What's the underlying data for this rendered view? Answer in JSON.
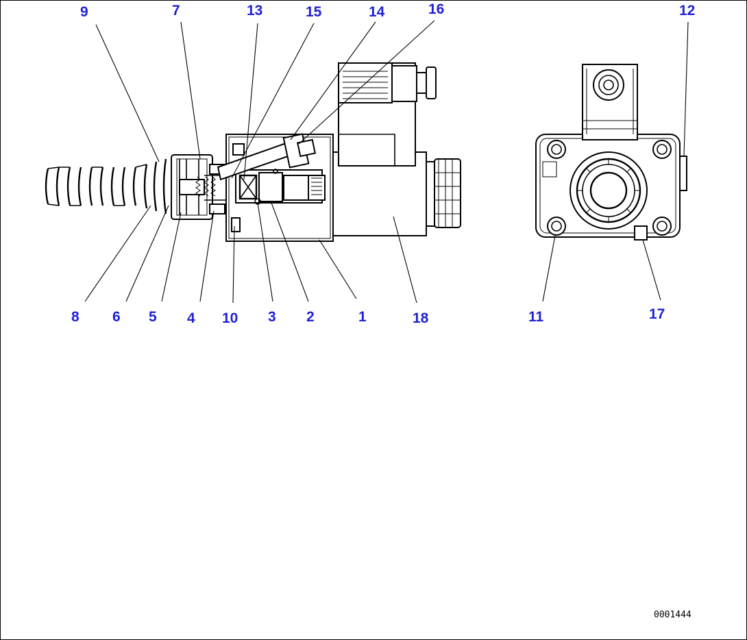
{
  "callouts": {
    "c9": "9",
    "c7": "7",
    "c13": "13",
    "c15": "15",
    "c14": "14",
    "c16": "16",
    "c12": "12",
    "c8": "8",
    "c6": "6",
    "c5": "5",
    "c4": "4",
    "c10": "10",
    "c3": "3",
    "c2": "2",
    "c1": "1",
    "c18": "18",
    "c11": "11",
    "c17": "17"
  },
  "figure_id": "0001444",
  "colors": {
    "callout": "#1f1fd8",
    "line": "#000000",
    "background": "#ffffff"
  }
}
